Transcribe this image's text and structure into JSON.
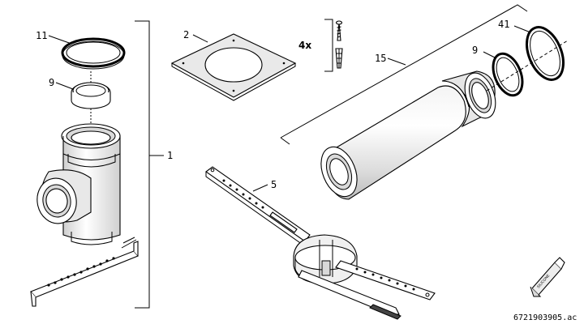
{
  "labels": {
    "l11": "11",
    "l9a": "9",
    "l1": "1",
    "l2": "2",
    "qty": "4x",
    "l15": "15",
    "l9b": "9",
    "l41": "41",
    "l5": "5"
  },
  "tube_text": "SILICONE",
  "ref_number": "6721903905.ac"
}
